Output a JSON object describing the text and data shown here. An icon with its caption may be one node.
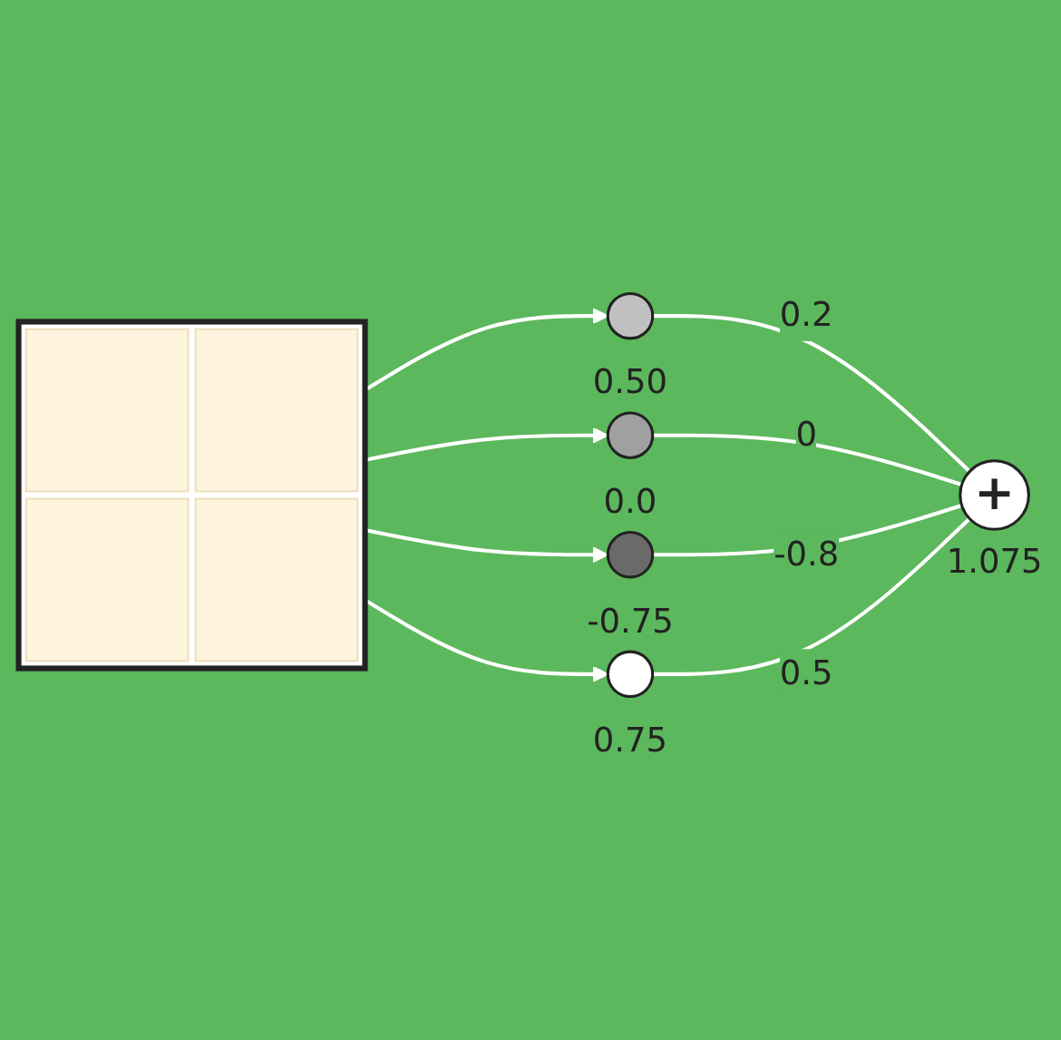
{
  "diagram": {
    "nodes": [
      {
        "text": [],
        "shape": "picture"
      },
      {
        "text": [],
        "shape": "circle",
        "beside": [
          "0.50"
        ]
      },
      {
        "text": [],
        "shape": "circle",
        "beside": [
          "0.0"
        ]
      },
      {
        "text": [],
        "shape": "circle",
        "beside": [
          "-0.75"
        ]
      },
      {
        "text": [],
        "shape": "circle",
        "beside": [
          "0.75"
        ]
      },
      {
        "text": [
          "+"
        ],
        "beside": [
          "1.075"
        ]
      }
    ],
    "edges": [
      {
        "from": 0,
        "to": 1,
        "arrow": "to"
      },
      {
        "from": 0,
        "to": 2,
        "arrow": "to"
      },
      {
        "from": 0,
        "to": 3,
        "arrow": "to"
      },
      {
        "from": 0,
        "to": 4,
        "arrow": "to"
      },
      {
        "from": 1,
        "to": 5,
        "arrow": "none",
        "label": "0.2"
      },
      {
        "from": 2,
        "to": 5,
        "arrow": "none",
        "label": "0"
      },
      {
        "from": 3,
        "to": 5,
        "arrow": "none",
        "label": "-0.8"
      },
      {
        "from": 4,
        "to": 5,
        "arrow": "none",
        "label": "0.5"
      }
    ]
  }
}
